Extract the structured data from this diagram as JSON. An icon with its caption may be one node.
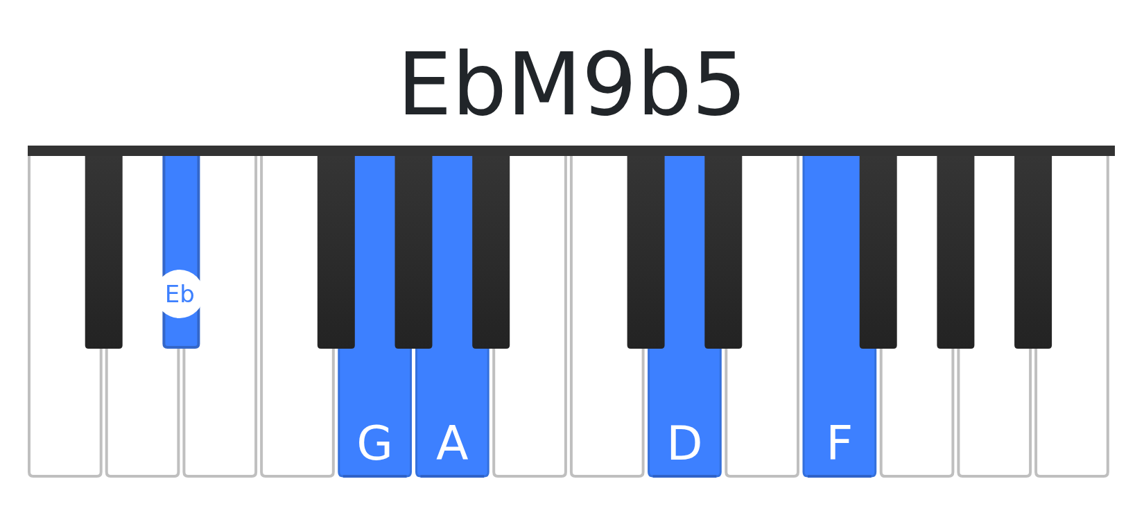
{
  "diagram": {
    "title": "EbM9b5",
    "nodes": [
      {
        "text": [
          "Eb"
        ]
      }
    ],
    "labels": [
      "G",
      "A",
      "D",
      "F"
    ]
  }
}
